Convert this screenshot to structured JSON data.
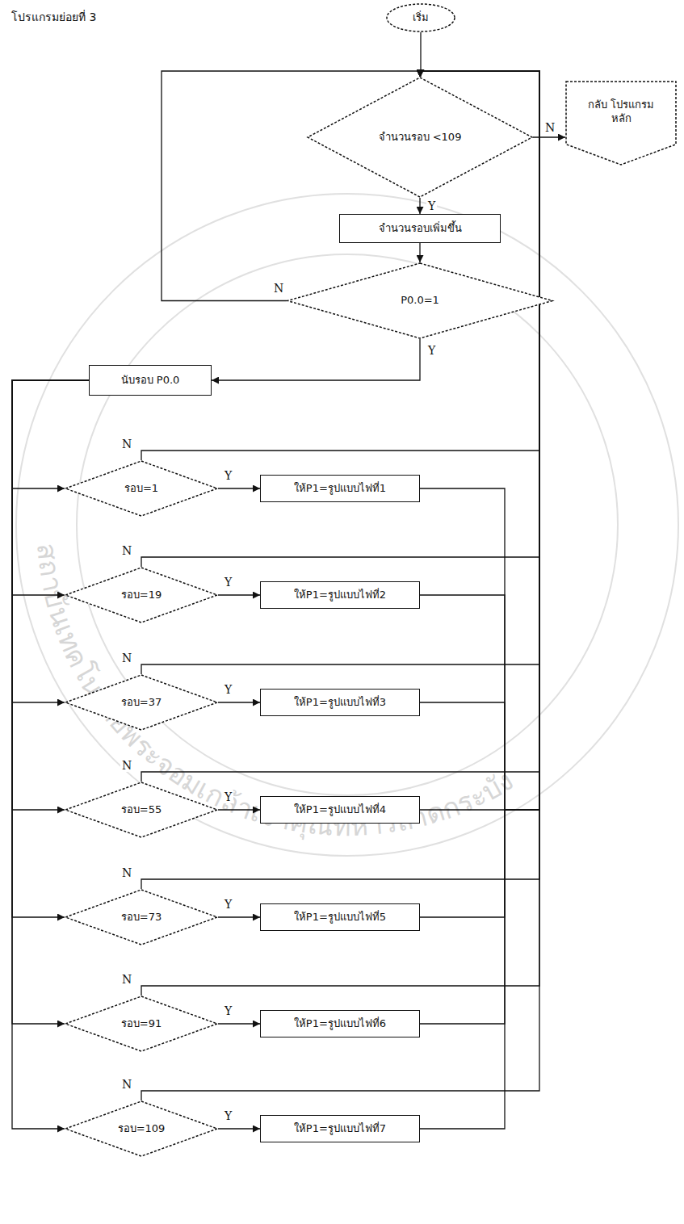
{
  "diagram": {
    "nodes": [
      {
        "text": [
          "เริ่ม"
        ]
      },
      {
        "text": [
          "จำนวนรอบ <109"
        ]
      },
      {
        "text": [
          "กลับ โปรแกรมหลัก"
        ]
      },
      {
        "text": [
          "จำนวนรอบเพิ่มขึ้น"
        ]
      },
      {
        "text": [
          "P0.0=1"
        ]
      },
      {
        "text": [
          "นับรอบ P0.0"
        ]
      },
      {
        "text": [
          "รอบ=1"
        ]
      },
      {
        "text": [
          "ให้P1=รูปแบบไฟที่1"
        ]
      },
      {
        "text": [
          "รอบ=19"
        ]
      },
      {
        "text": [
          "ให้P1=รูปแบบไฟที่2"
        ]
      },
      {
        "text": [
          "รอบ=37"
        ]
      },
      {
        "text": [
          "ให้P1=รูปแบบไฟที่3"
        ]
      },
      {
        "text": [
          "รอบ=55"
        ]
      },
      {
        "text": [
          "ให้P1=รูปแบบไฟที่4"
        ]
      },
      {
        "text": [
          "รอบ=73"
        ]
      },
      {
        "text": [
          "ให้P1=รูปแบบไฟที่5"
        ]
      },
      {
        "text": [
          "รอบ=91"
        ]
      },
      {
        "text": [
          "ให้P1=รูปแบบไฟที่6"
        ]
      },
      {
        "text": [
          "รอบ=109"
        ]
      },
      {
        "text": [
          "ให้P1=รูปแบบไฟที่7"
        ]
      }
    ],
    "edges": [
      {
        "from": 0,
        "to": 1,
        "arrow": "to"
      },
      {
        "from": 1,
        "to": 2,
        "label": "N",
        "arrow": "to"
      },
      {
        "from": 1,
        "to": 3,
        "label": "Y",
        "arrow": "to"
      },
      {
        "from": 3,
        "to": 4,
        "arrow": "to"
      },
      {
        "from": 4,
        "to": 1,
        "label": "N",
        "arrow": "to"
      },
      {
        "from": 4,
        "to": 5,
        "label": "Y",
        "arrow": "to"
      },
      {
        "from": 5,
        "to": 6,
        "arrow": "to"
      },
      {
        "from": 5,
        "to": 8,
        "arrow": "to"
      },
      {
        "from": 5,
        "to": 10,
        "arrow": "to"
      },
      {
        "from": 5,
        "to": 12,
        "arrow": "to"
      },
      {
        "from": 5,
        "to": 14,
        "arrow": "to"
      },
      {
        "from": 5,
        "to": 16,
        "arrow": "to"
      },
      {
        "from": 5,
        "to": 18,
        "arrow": "to"
      },
      {
        "from": 6,
        "to": 7,
        "label": "Y",
        "arrow": "to"
      },
      {
        "from": 6,
        "to": 1,
        "label": "N",
        "arrow": "to"
      },
      {
        "from": 7,
        "to": 1,
        "arrow": "to"
      },
      {
        "from": 8,
        "to": 9,
        "label": "Y",
        "arrow": "to"
      },
      {
        "from": 8,
        "to": 1,
        "label": "N",
        "arrow": "to"
      },
      {
        "from": 9,
        "to": 1,
        "arrow": "to"
      },
      {
        "from": 10,
        "to": 11,
        "label": "Y",
        "arrow": "to"
      },
      {
        "from": 10,
        "to": 1,
        "label": "N",
        "arrow": "to"
      },
      {
        "from": 11,
        "to": 1,
        "arrow": "to"
      },
      {
        "from": 12,
        "to": 13,
        "label": "Y",
        "arrow": "to"
      },
      {
        "from": 12,
        "to": 1,
        "label": "N",
        "arrow": "to"
      },
      {
        "from": 13,
        "to": 1,
        "arrow": "to"
      },
      {
        "from": 14,
        "to": 15,
        "label": "Y",
        "arrow": "to"
      },
      {
        "from": 14,
        "to": 1,
        "label": "N",
        "arrow": "to"
      },
      {
        "from": 15,
        "to": 1,
        "arrow": "to"
      },
      {
        "from": 16,
        "to": 17,
        "label": "Y",
        "arrow": "to"
      },
      {
        "from": 16,
        "to": 1,
        "label": "N",
        "arrow": "to"
      },
      {
        "from": 17,
        "to": 1,
        "arrow": "to"
      },
      {
        "from": 18,
        "to": 19,
        "label": "Y",
        "arrow": "to"
      },
      {
        "from": 18,
        "to": 1,
        "label": "N",
        "arrow": "to"
      },
      {
        "from": 19,
        "to": 1,
        "arrow": "to"
      }
    ],
    "labels": [
      "โปรแกรมย่อยที่ 3",
      "สถาบันเทคโนโลยีพระจอมเกล้าเจ้าคุณทหารลาดกระบัง"
    ]
  }
}
